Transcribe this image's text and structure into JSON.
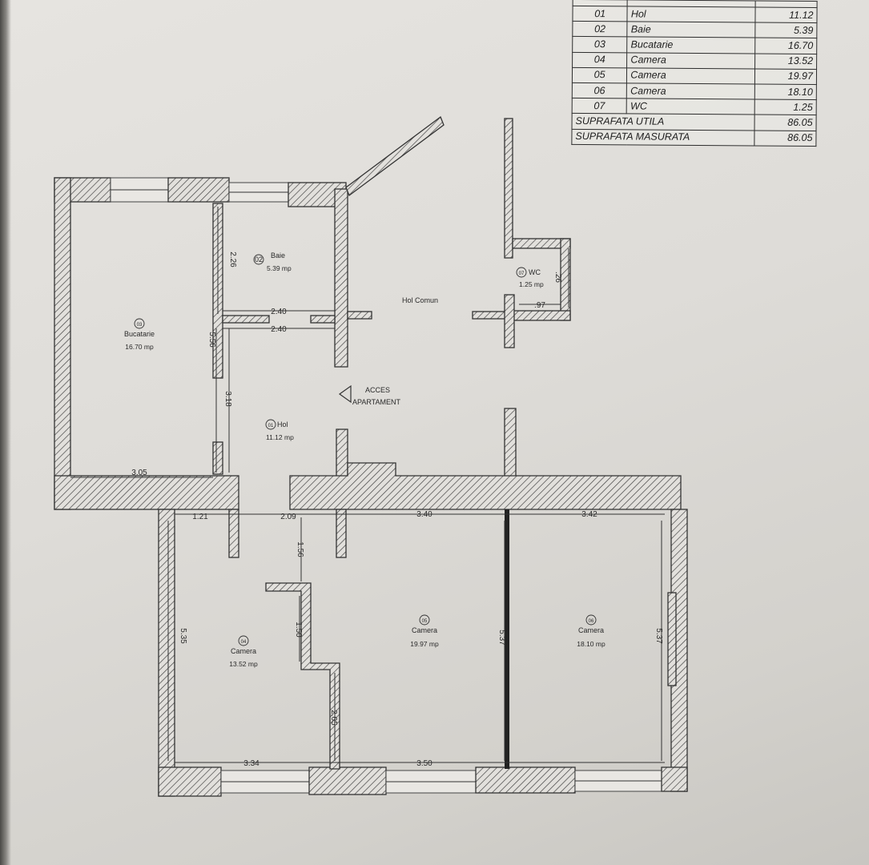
{
  "table": {
    "header": {
      "nr": "",
      "name": "",
      "area": ""
    },
    "rows": [
      {
        "nr": "01",
        "name": "Hol",
        "area": "11.12"
      },
      {
        "nr": "02",
        "name": "Baie",
        "area": "5.39"
      },
      {
        "nr": "03",
        "name": "Bucatarie",
        "area": "16.70"
      },
      {
        "nr": "04",
        "name": "Camera",
        "area": "13.52"
      },
      {
        "nr": "05",
        "name": "Camera",
        "area": "19.97"
      },
      {
        "nr": "06",
        "name": "Camera",
        "area": "18.10"
      },
      {
        "nr": "07",
        "name": "WC",
        "area": "1.25"
      }
    ],
    "totals": [
      {
        "label": "SUPRAFATA UTILA",
        "value": "86.05"
      },
      {
        "label": "SUPRAFATA MASURATA",
        "value": "86.05"
      }
    ]
  },
  "rooms": {
    "baie": {
      "num": "02",
      "name": "Baie",
      "area": "5.39 mp"
    },
    "bucatarie": {
      "num": "03",
      "name": "Bucatarie",
      "area": "16.70 mp"
    },
    "hol": {
      "num": "01",
      "name": "Hol",
      "area": "11.12 mp"
    },
    "wc": {
      "num": "07",
      "name": "WC",
      "area": "1.25 mp"
    },
    "camera04": {
      "num": "04",
      "name": "Camera",
      "area": "13.52 mp"
    },
    "camera05": {
      "num": "05",
      "name": "Camera",
      "area": "19.97 mp"
    },
    "camera06": {
      "num": "06",
      "name": "Camera",
      "area": "18.10 mp"
    }
  },
  "labels": {
    "hol_comun": "Hol Comun",
    "acces_line1": "ACCES",
    "acces_line2": "APARTAMENT"
  },
  "dimensions": {
    "baie_h": "2.26",
    "baie_w1": "2.40",
    "baie_w2": "2.40",
    "buc_h": "5.56",
    "hol_h": "3.18",
    "buc_w": "3.05",
    "wc_h": ".26",
    "wc_w": ".97",
    "d121": "1.21",
    "d209": "2.09",
    "d340": "3.40",
    "d342": "3.42",
    "d156": "1.56",
    "d150": "1.50",
    "d535": "5.35",
    "d205": "2.05",
    "d537a": "5.37",
    "d537b": "5.37",
    "d334": "3.34",
    "d350": "3.50"
  }
}
